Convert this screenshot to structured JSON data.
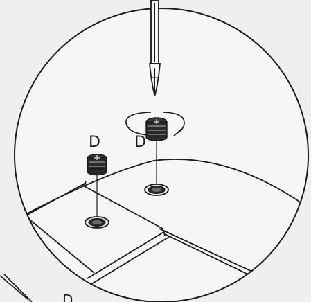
{
  "figure": {
    "labels": {
      "insert_left": "D",
      "insert_right": "D",
      "insert_bottom": "D"
    },
    "colors": {
      "background": "#efefed",
      "line": "#1a1a1a",
      "insert_dark": "#2a2a2a",
      "insert_light": "#8a8a8a"
    },
    "icons": [
      "screwdriver-icon",
      "rotation-arrow-icon",
      "threaded-insert-icon",
      "threaded-hole-icon"
    ]
  }
}
